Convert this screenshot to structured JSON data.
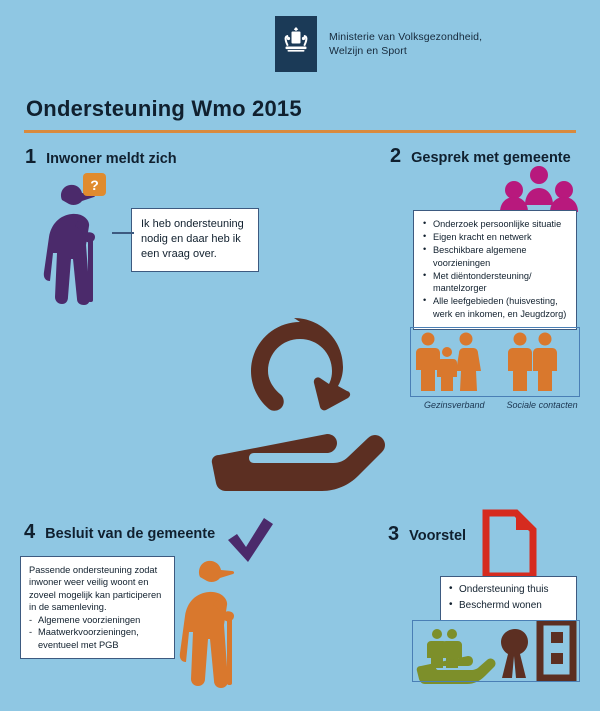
{
  "header": {
    "logo_icon": "netherlands-coat-of-arms-icon",
    "ministry_line1": "Ministerie van Volksgezondheid,",
    "ministry_line2": "Welzijn en Sport"
  },
  "title": "Ondersteuning  Wmo 2015",
  "colors": {
    "background": "#8fc7e3",
    "accent_orange": "#d98a3d",
    "logo_navy": "#1b3a57",
    "box_border": "#3d5a80",
    "purple_figure": "#4b2a6b",
    "magenta": "#b8197d",
    "orange_figure": "#d9782d",
    "brown": "#5c2f22",
    "red_doc": "#d62b1f",
    "green": "#7d8f2a"
  },
  "steps": [
    {
      "number": "1",
      "label": "Inwoner meldt zich",
      "question_icon": "question-mark-icon",
      "question_mark": "?",
      "bubble": "Ik heb ondersteuning nodig en daar heb ik een vraag over.",
      "figure_icon": "elderly-person-with-cane-icon"
    },
    {
      "number": "2",
      "label": "Gesprek met gemeente",
      "group_icon": "three-people-group-icon",
      "bullets": [
        "Onderzoek persoonlijke situatie",
        "Eigen kracht en netwerk",
        "Beschikbare algemene voorzieningen",
        "Met diëntondersteuning/ mantelzorger",
        "Alle leefgebieden (huisvesting, werk en inkomen, en Jeugdzorg)"
      ],
      "icons": [
        {
          "icon": "family-group-icon",
          "caption": "Gezinsverband"
        },
        {
          "icon": "two-adults-icon",
          "caption": "Sociale  contacten"
        }
      ]
    },
    {
      "number": "3",
      "label": "Voorstel",
      "document_icon": "document-page-icon",
      "bullets": [
        "Ondersteuning thuis",
        "Beschermd wonen"
      ],
      "icons": [
        {
          "icon": "hand-holding-people-icon"
        },
        {
          "icon": "tree-and-building-icon"
        }
      ]
    },
    {
      "number": "4",
      "label": "Besluit van de gemeente",
      "check_icon": "purple-checkmark-icon",
      "figure_icon": "elderly-person-with-cane-icon",
      "paragraph": "Passende ondersteuning zodat inwoner weer veilig woont en zoveel mogelijk kan participeren in de samenleving.",
      "dash_items": [
        "Algemene voorzieningen",
        "Maatwerkvoorzieningen, eventueel met PGB"
      ]
    }
  ],
  "center_graphic": {
    "icon": "circular-arrow-over-open-hand-icon"
  }
}
